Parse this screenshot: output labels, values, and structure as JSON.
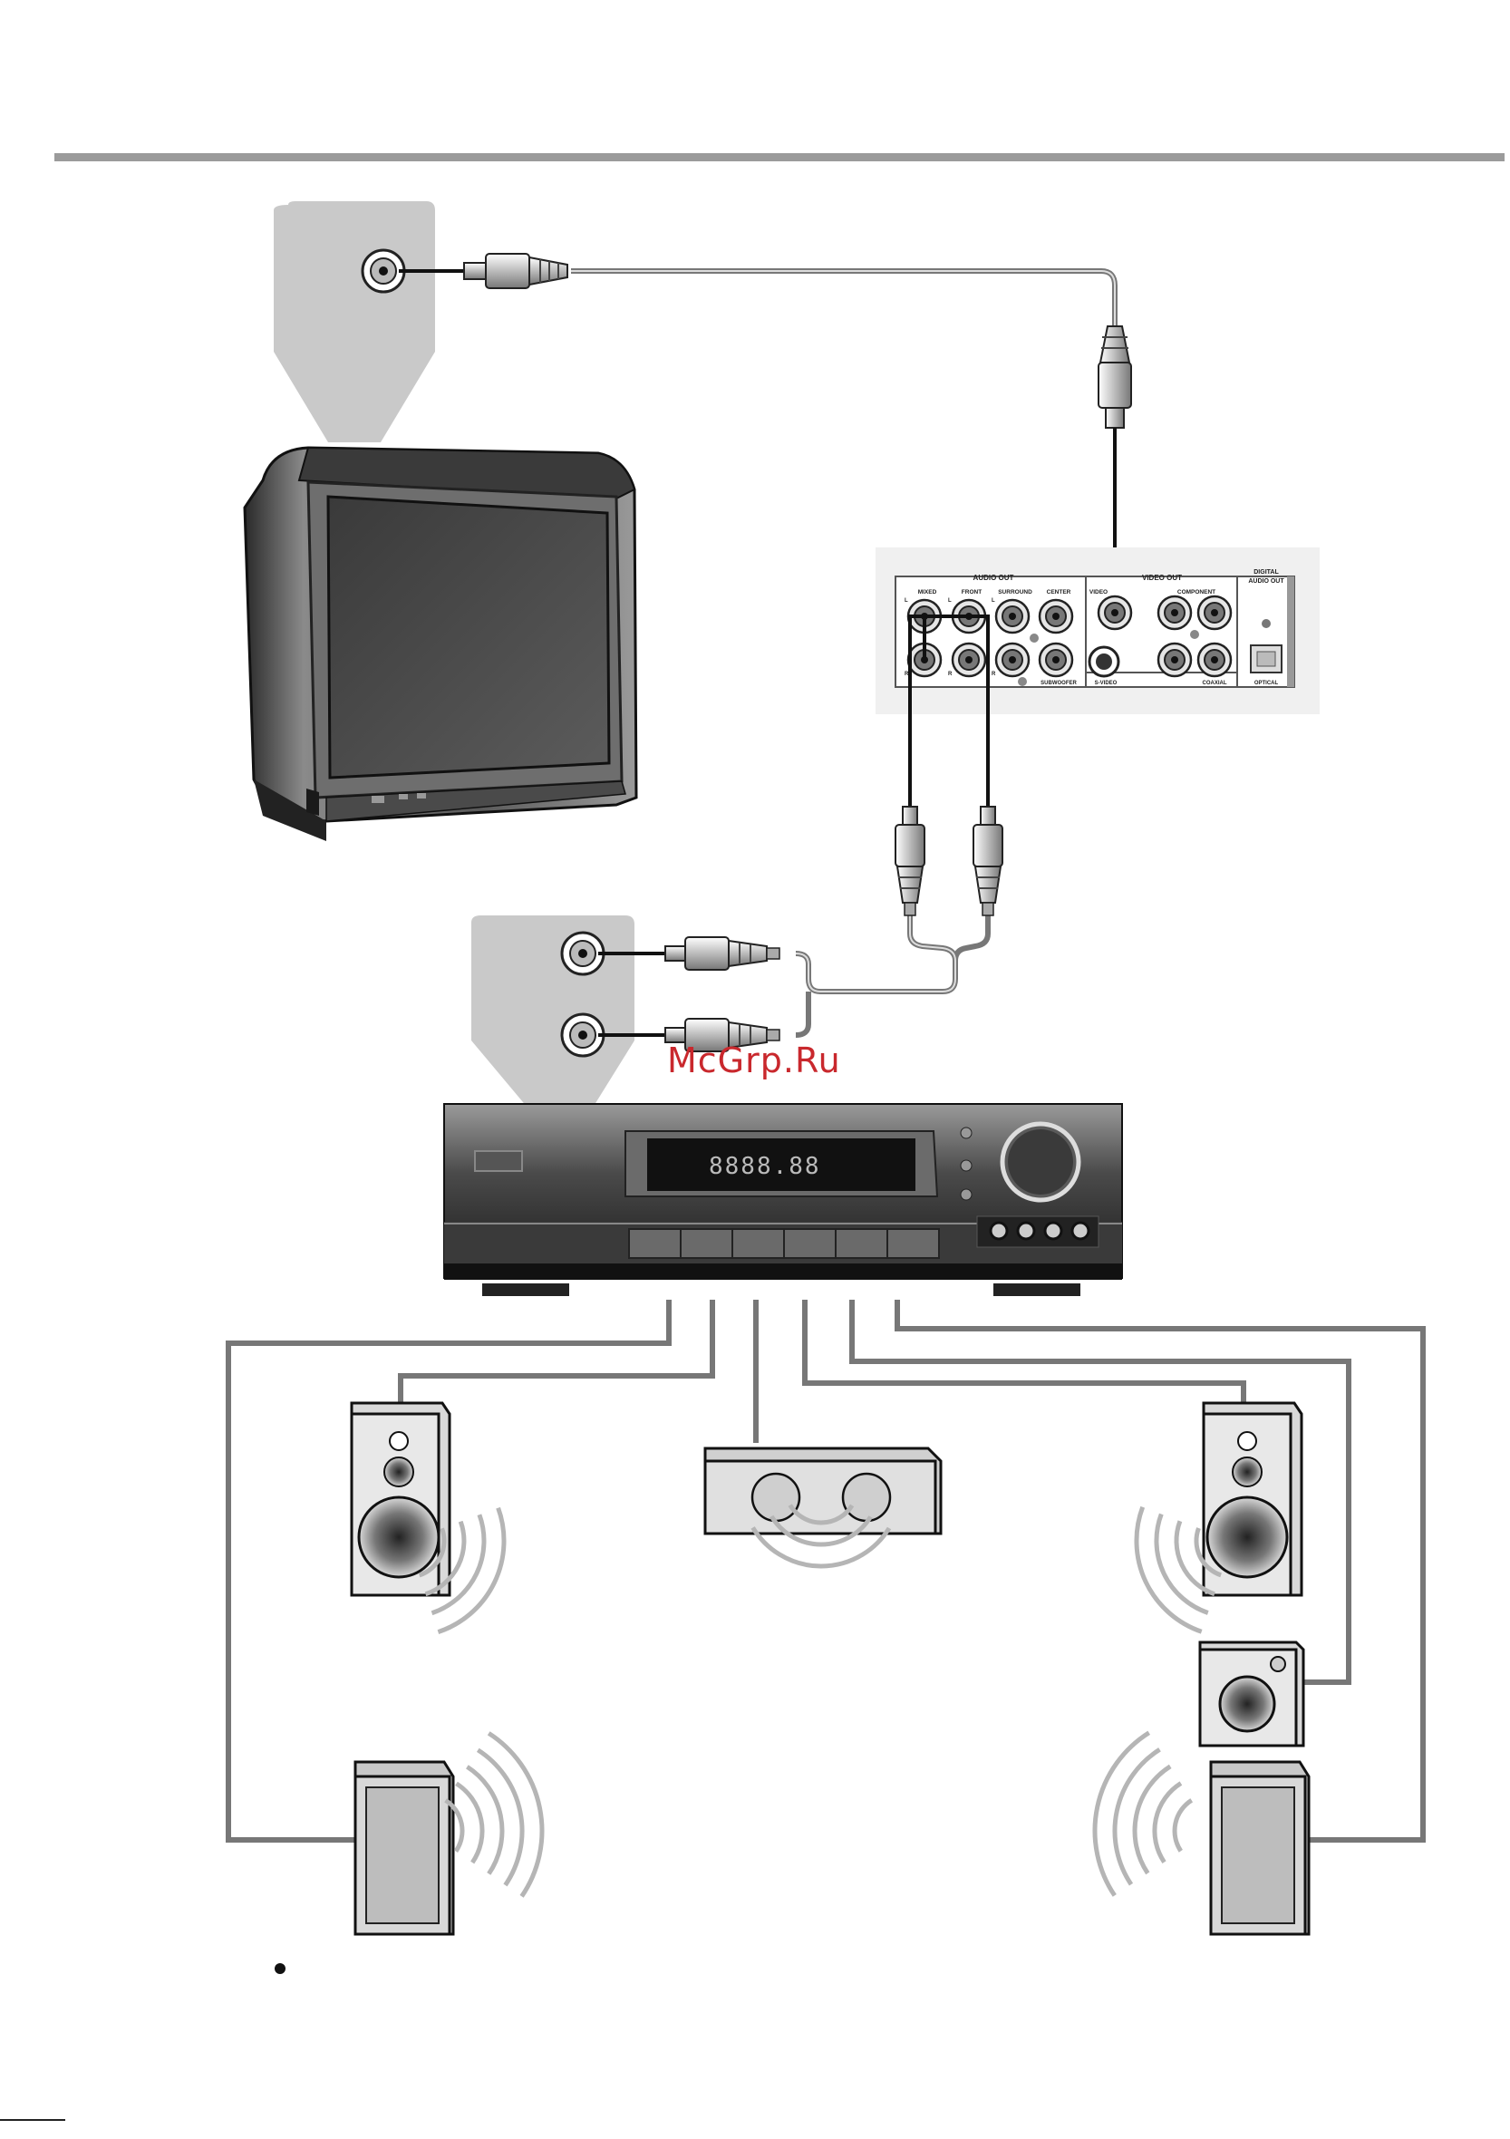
{
  "dvd_panel": {
    "audio_out": "AUDIO OUT",
    "video_out": "VIDEO OUT",
    "digital_audio_out_line1": "DIGITAL",
    "digital_audio_out_line2": "AUDIO OUT",
    "mixed": "MIXED",
    "front": "FRONT",
    "surround": "SURROUND",
    "center": "CENTER",
    "video": "VIDEO",
    "component": "COMPONENT",
    "subwoofer": "SUBWOOFER",
    "s_video": "S-VIDEO",
    "coaxial": "COAXIAL",
    "optical": "OPTICAL",
    "left": "L",
    "right": "R"
  },
  "receiver": {
    "display_readout": "8888.88"
  },
  "watermark": "McGrp.Ru"
}
